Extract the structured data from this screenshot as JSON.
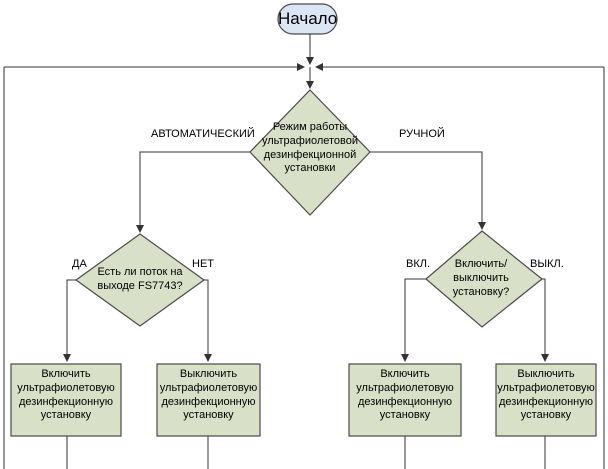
{
  "diagram": {
    "start": "Начало",
    "mode_decision": [
      "Режим работы",
      "ультрафиолетовой",
      "дезинфекционной",
      "установки"
    ],
    "auto_branch": "АВТОМАТИЧЕСКИЙ",
    "manual_branch": "РУЧНОЙ",
    "flow_decision": [
      "Есть ли поток на",
      "выходе FS7743?"
    ],
    "flow_yes": "ДА",
    "flow_no": "НЕТ",
    "toggle_decision": [
      "Включить/",
      "выключить",
      "установку?"
    ],
    "toggle_on": "ВКЛ.",
    "toggle_off": "ВЫКЛ.",
    "turn_on_1": [
      "Включить",
      "ультрафиолетовую",
      "дезинфекционную",
      "установку"
    ],
    "turn_off_1": [
      "Выключить",
      "ультрафиолетовую",
      "дезинфекционную",
      "установку"
    ],
    "turn_on_2": [
      "Включить",
      "ультрафиолетовую",
      "дезинфекционную",
      "установку"
    ],
    "turn_off_2": [
      "Выключить",
      "ультрафиолетовую",
      "дезинфекционную",
      "установку"
    ]
  },
  "colors": {
    "start_fill": "#dbe6f4",
    "node_fill": "#d8e1c8",
    "stroke": "#4a4a4a",
    "line": "#333333"
  }
}
